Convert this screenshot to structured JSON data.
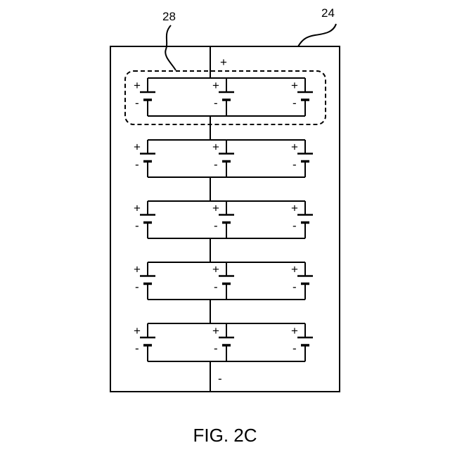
{
  "reference_labels": {
    "module_group": "28",
    "pack": "24"
  },
  "terminals": {
    "positive": "+",
    "negative": "-"
  },
  "cell_signs": {
    "positive": "+",
    "negative": "-"
  },
  "module_count": 5,
  "cells_per_module": 3,
  "caption": "FIG. 2C",
  "colors": {
    "ink": "#000000",
    "background": "#ffffff"
  }
}
